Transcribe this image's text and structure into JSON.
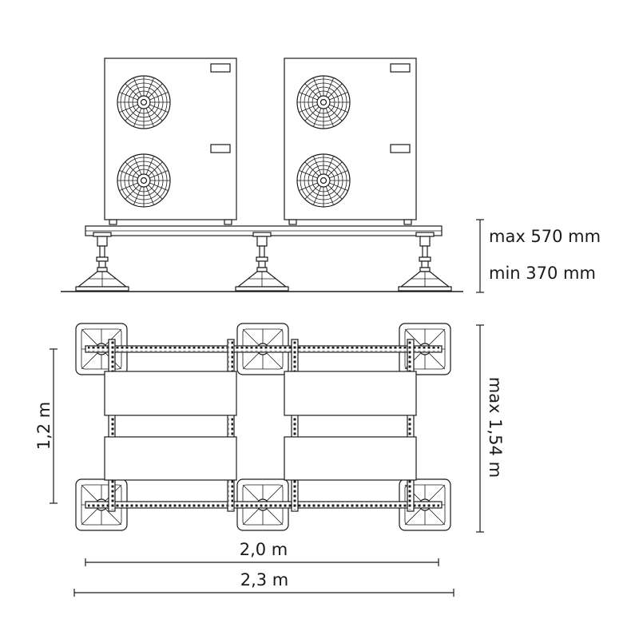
{
  "elevation_view": {
    "height_max_label": "max 570 mm",
    "height_min_label": "min 370 mm"
  },
  "plan_view": {
    "depth_label": "1,2 m",
    "depth_max_label": "max 1,54 m",
    "inner_width_label": "2,0 m",
    "outer_width_label": "2,3 m"
  }
}
